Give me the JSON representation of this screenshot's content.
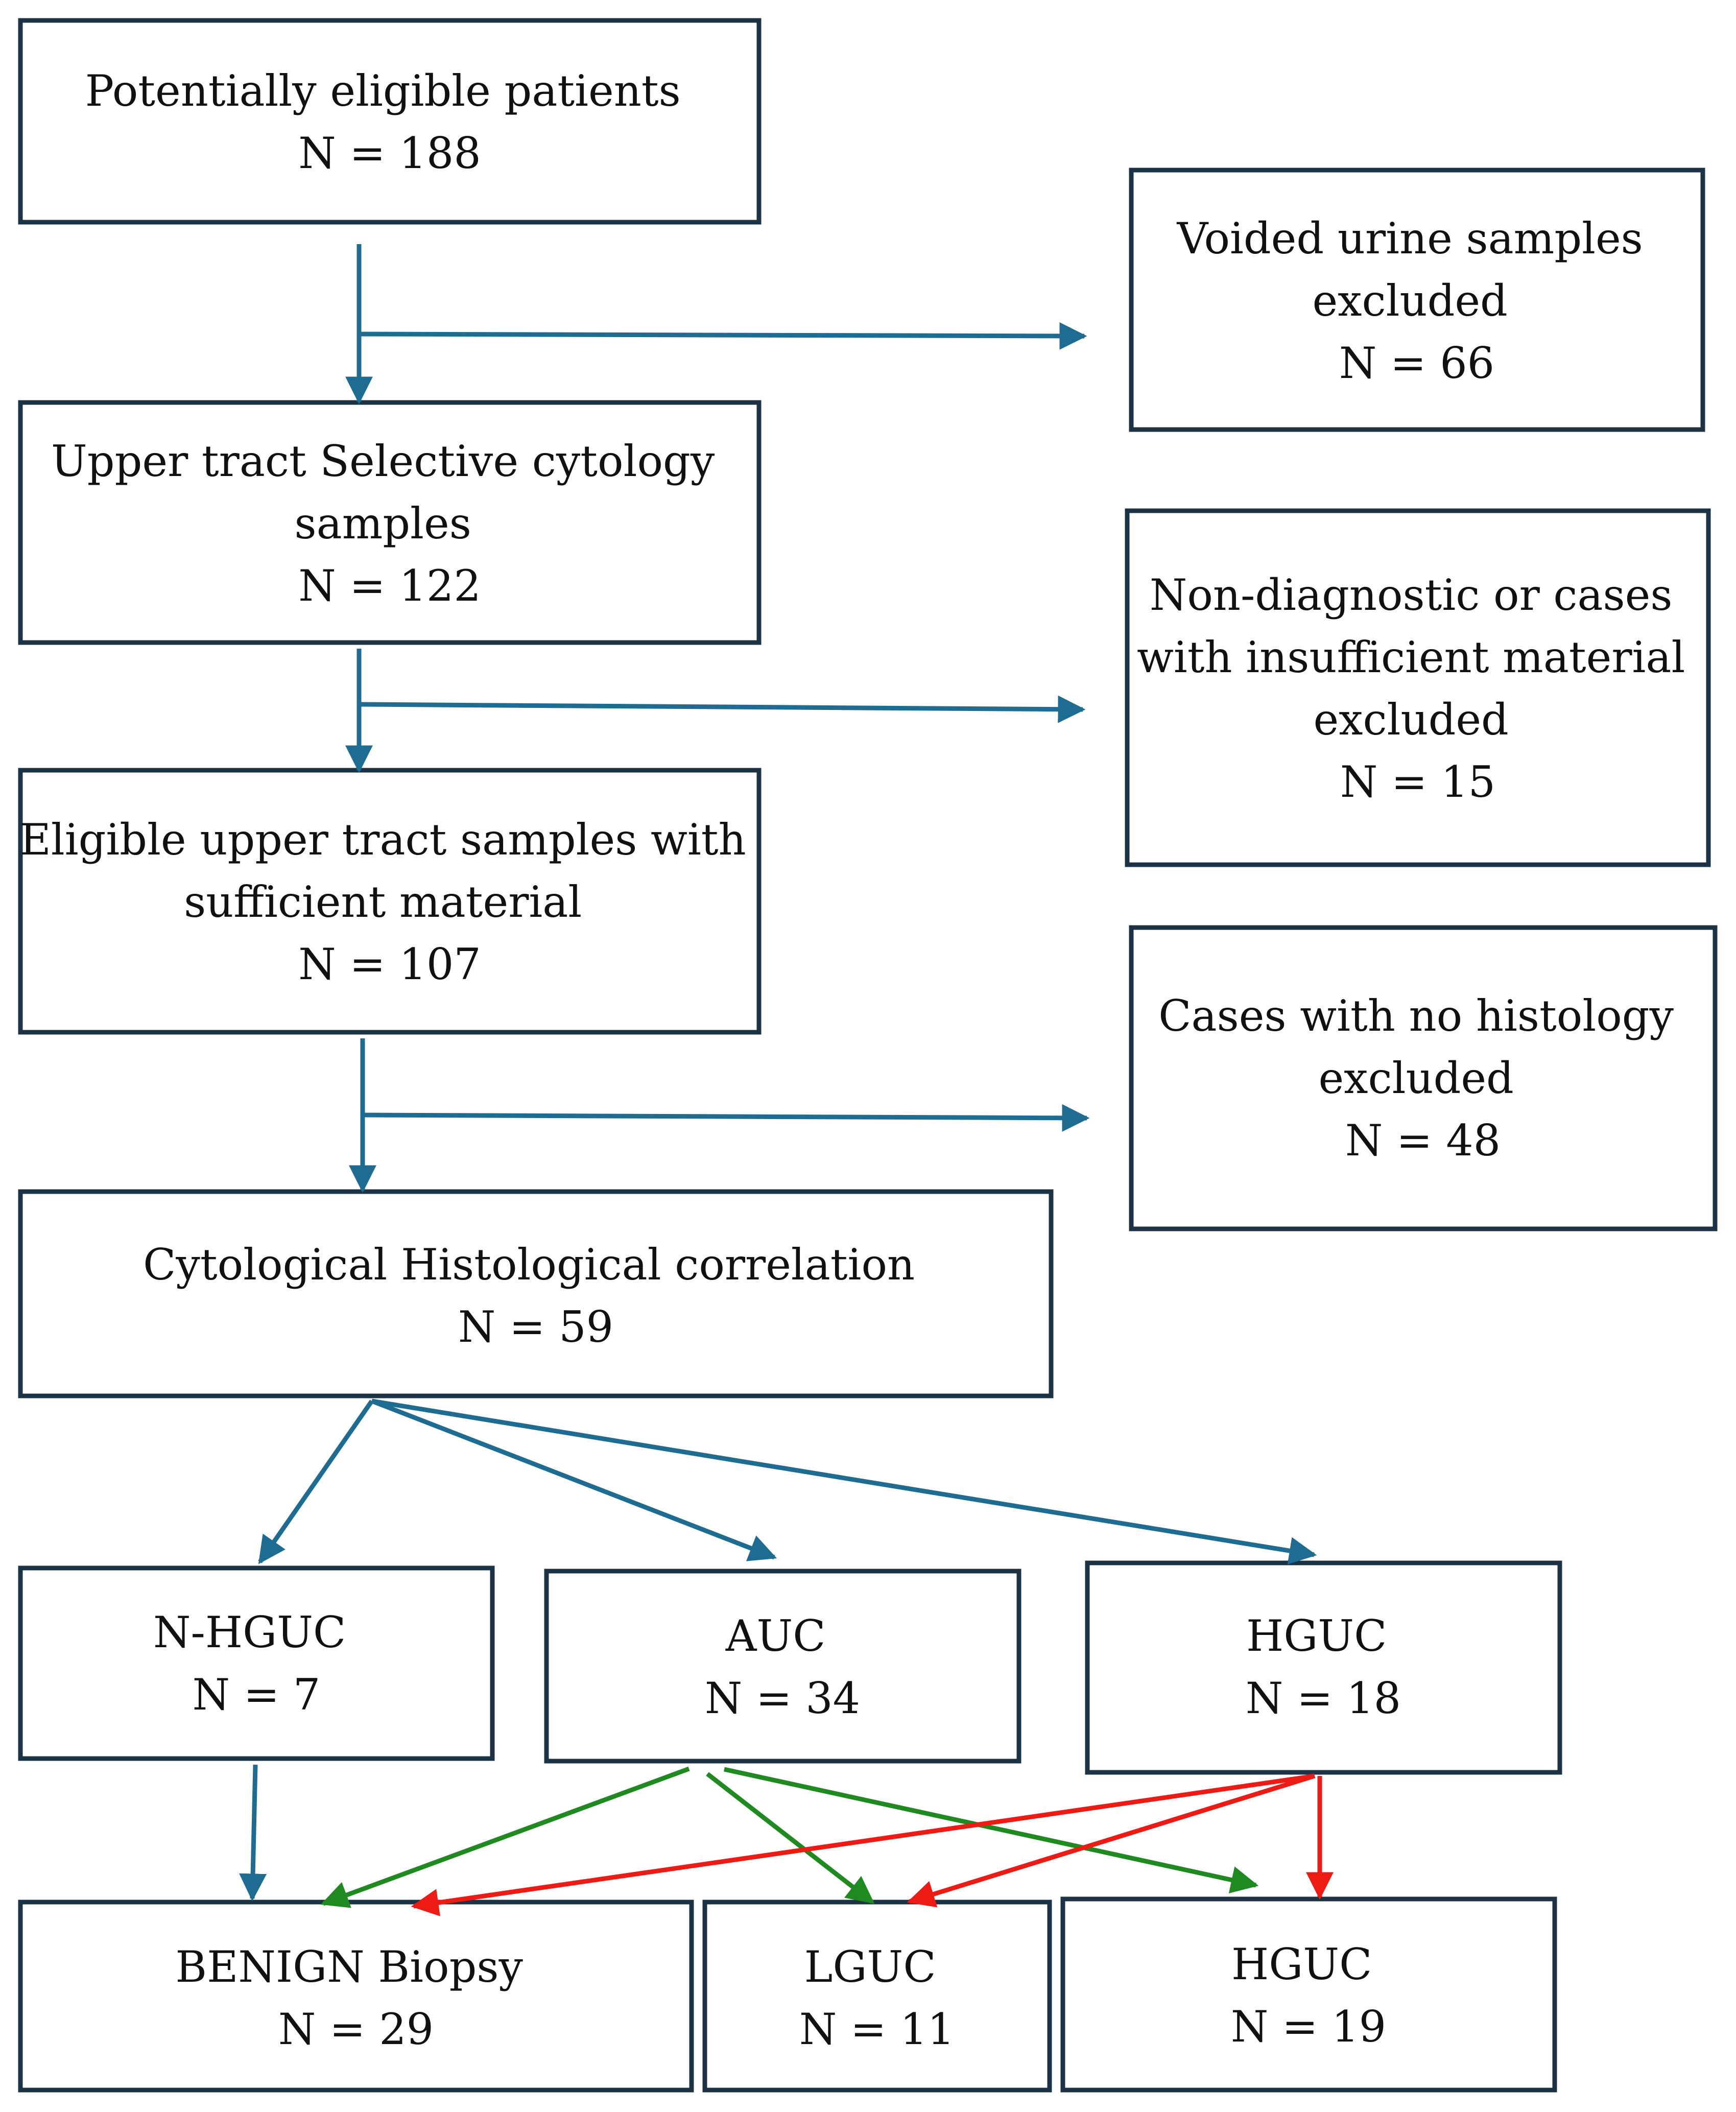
{
  "colors": {
    "box_border": "#1c3346",
    "flow_arrow": "#1f6c92",
    "auc_outcome_arrow": "#1f8a1f",
    "hguc_outcome_arrow": "#ee1a14"
  },
  "nodes": {
    "potentially_eligible": {
      "lines": [
        "Potentially eligible patients",
        "N = 188"
      ]
    },
    "voided_excluded": {
      "lines": [
        "Voided urine samples",
        "excluded",
        "N = 66"
      ]
    },
    "upper_tract_samples": {
      "lines": [
        "Upper tract Selective cytology",
        "samples",
        "N = 122"
      ]
    },
    "nondiagnostic_excluded": {
      "lines": [
        "Non-diagnostic or cases",
        "with insufficient material",
        "excluded",
        "N = 15"
      ]
    },
    "eligible_sufficient": {
      "lines": [
        "Eligible upper tract samples with",
        "sufficient material",
        "N = 107"
      ]
    },
    "no_histology_excluded": {
      "lines": [
        "Cases with no histology",
        "excluded",
        "N = 48"
      ]
    },
    "correlation": {
      "lines": [
        "Cytological Histological correlation",
        "N = 59"
      ]
    },
    "nhguc": {
      "lines": [
        "N-HGUC",
        "N = 7"
      ]
    },
    "auc": {
      "lines": [
        "AUC",
        "N = 34"
      ]
    },
    "hguc_cytology": {
      "lines": [
        "HGUC",
        "N = 18"
      ]
    },
    "benign_biopsy": {
      "lines": [
        "BENIGN Biopsy",
        "N = 29"
      ]
    },
    "lguc": {
      "lines": [
        "LGUC",
        "N = 11"
      ]
    },
    "hguc_histology": {
      "lines": [
        "HGUC",
        "N = 19"
      ]
    }
  }
}
